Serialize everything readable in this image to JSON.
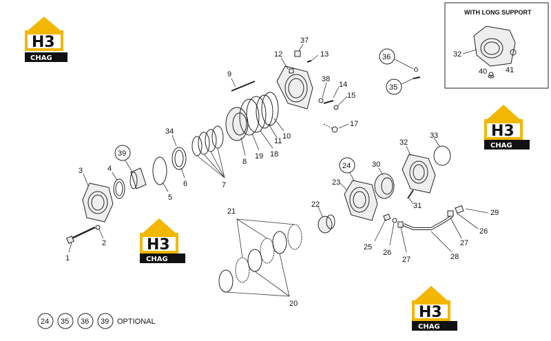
{
  "inset": {
    "title": "WITH LONG SUPPORT"
  },
  "legend": {
    "optional_numbers": [
      "24",
      "35",
      "36",
      "39"
    ],
    "optional_label": "OPTIONAL"
  },
  "logo": {
    "top": "H3",
    "bottom": "CHAG"
  },
  "callouts": {
    "n1": "1",
    "n2": "2",
    "n3": "3",
    "n4": "4",
    "n5": "5",
    "n6": "6",
    "n7": "7",
    "n8": "8",
    "n9": "9",
    "n10": "10",
    "n11": "11",
    "n12": "12",
    "n13": "13",
    "n14": "14",
    "n15": "15",
    "n17": "17",
    "n18": "18",
    "n19": "19",
    "n20": "20",
    "n21": "21",
    "n22": "22",
    "n23": "23",
    "n24": "24",
    "n25": "25",
    "n26a": "26",
    "n26b": "26",
    "n27a": "27",
    "n27b": "27",
    "n28": "28",
    "n29": "29",
    "n30": "30",
    "n31": "31",
    "n32a": "32",
    "n32b": "32",
    "n33": "33",
    "n34": "34",
    "n35": "35",
    "n36": "36",
    "n37": "37",
    "n38": "38",
    "n39": "39",
    "n40": "40",
    "n41": "41"
  },
  "colors": {
    "logo_yellow": "#f2b705",
    "logo_black": "#111111",
    "line": "#222222"
  }
}
